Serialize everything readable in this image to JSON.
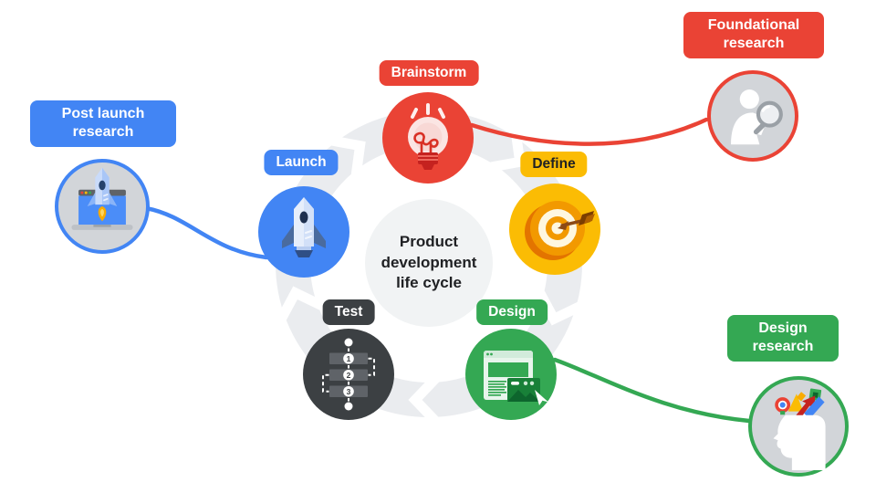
{
  "title": "Product development life cycle",
  "center": {
    "lines": [
      "Product",
      "development",
      "life cycle"
    ]
  },
  "stages": [
    {
      "label": "Brainstorm",
      "color": "#EA4335",
      "icon": "lightbulb-icon"
    },
    {
      "label": "Define",
      "color": "#FBBC04",
      "icon": "target-arrow-icon"
    },
    {
      "label": "Design",
      "color": "#34A853",
      "icon": "webpage-wireframe-icon"
    },
    {
      "label": "Test",
      "color": "#3C4043",
      "icon": "numbered-steps-icon"
    },
    {
      "label": "Launch",
      "color": "#4285F4",
      "icon": "rocket-icon"
    }
  ],
  "test_steps": [
    "1",
    "2",
    "3"
  ],
  "research_callouts": [
    {
      "label": "Foundational research",
      "color": "#EA4335",
      "icon": "person-magnifier-icon",
      "connected_to": "Brainstorm"
    },
    {
      "label": "Post launch research",
      "color": "#4285F4",
      "icon": "laptop-rocket-icon",
      "connected_to": "Launch"
    },
    {
      "label": "Design research",
      "color": "#34A853",
      "icon": "head-ideas-icon",
      "connected_to": "Design"
    }
  ],
  "colors": {
    "ring": "#EAECEF",
    "center_circle": "#F1F3F4",
    "research_circle_fill": "#D2D5D9",
    "text_dark": "#202124",
    "text_light": "#FFFFFF"
  }
}
